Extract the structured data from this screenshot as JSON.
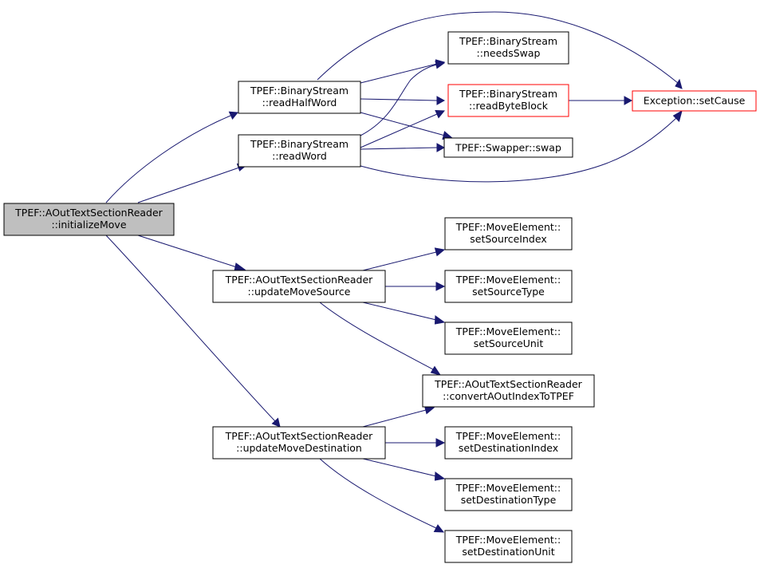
{
  "colors": {
    "edge": "#191970",
    "node_border": "#000000",
    "node_border_external": "#ff0000",
    "root_fill": "#bfbfbf",
    "node_fill": "#ffffff"
  },
  "nodes": {
    "root": {
      "line1": "TPEF::AOutTextSectionReader",
      "line2": "::initializeMove"
    },
    "readHalfWord": {
      "line1": "TPEF::BinaryStream",
      "line2": "::readHalfWord"
    },
    "readWord": {
      "line1": "TPEF::BinaryStream",
      "line2": "::readWord"
    },
    "needsSwap": {
      "line1": "TPEF::BinaryStream",
      "line2": "::needsSwap"
    },
    "readByteBlock": {
      "line1": "TPEF::BinaryStream",
      "line2": "::readByteBlock"
    },
    "swap": {
      "line1": "TPEF::Swapper::swap"
    },
    "setCause": {
      "line1": "Exception::setCause"
    },
    "updateMoveSource": {
      "line1": "TPEF::AOutTextSectionReader",
      "line2": "::updateMoveSource"
    },
    "updateMoveDestination": {
      "line1": "TPEF::AOutTextSectionReader",
      "line2": "::updateMoveDestination"
    },
    "setSourceIndex": {
      "line1": "TPEF::MoveElement::",
      "line2": "setSourceIndex"
    },
    "setSourceType": {
      "line1": "TPEF::MoveElement::",
      "line2": "setSourceType"
    },
    "setSourceUnit": {
      "line1": "TPEF::MoveElement::",
      "line2": "setSourceUnit"
    },
    "convert": {
      "line1": "TPEF::AOutTextSectionReader",
      "line2": "::convertAOutIndexToTPEF"
    },
    "setDestinationIndex": {
      "line1": "TPEF::MoveElement::",
      "line2": "setDestinationIndex"
    },
    "setDestinationType": {
      "line1": "TPEF::MoveElement::",
      "line2": "setDestinationType"
    },
    "setDestinationUnit": {
      "line1": "TPEF::MoveElement::",
      "line2": "setDestinationUnit"
    }
  }
}
